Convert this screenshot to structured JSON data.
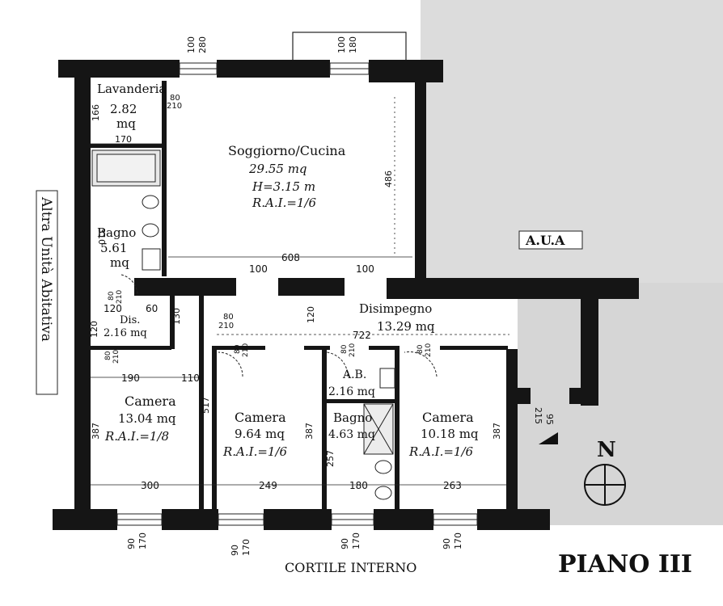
{
  "rooms": {
    "lavanderia": {
      "name": "Lavanderia",
      "area": "2.82",
      "unit": "mq"
    },
    "soggiorno": {
      "name": "Soggiorno/Cucina",
      "area": "29.55 mq",
      "height": "H=3.15 m",
      "rai": "R.A.I.=1/6"
    },
    "bagno1": {
      "name": "Bagno",
      "area": "5.61",
      "unit": "mq"
    },
    "dis": {
      "name": "Dis.",
      "area": "2.16 mq"
    },
    "disimpegno": {
      "name": "Disimpegno",
      "area": "13.29 mq"
    },
    "camera1": {
      "name": "Camera",
      "area": "13.04 mq",
      "rai": "R.A.I.=1/8"
    },
    "camera2": {
      "name": "Camera",
      "area": "9.64 mq",
      "rai": "R.A.I.=1/6"
    },
    "ab": {
      "name": "A.B.",
      "area": "2.16 mq"
    },
    "bagno2": {
      "name": "Bagno",
      "area": "4.63 mq"
    },
    "camera3": {
      "name": "Camera",
      "area": "10.18 mq",
      "rai": "R.A.I.=1/6"
    }
  },
  "labels": {
    "aua": "A.U.A",
    "altra_unita": "Altra Unità Abitativa",
    "cortile": "CORTILE INTERNO",
    "piano": "PIANO III",
    "north": "N"
  },
  "dimensions": {
    "d100a": "100",
    "d280": "280",
    "d100b": "100",
    "d180a": "180",
    "d166": "166",
    "d170a": "170",
    "d310": "310",
    "d486": "486",
    "d608": "608",
    "d100c": "100",
    "d100d": "100",
    "d120a": "120",
    "d60": "60",
    "d130": "130",
    "d120b": "120",
    "d722": "722",
    "d120c": "120",
    "d190": "190",
    "d110": "110",
    "d387a": "387",
    "d517": "517",
    "d387b": "387",
    "d257": "257",
    "d387c": "387",
    "d300": "300",
    "d249": "249",
    "d180b": "180",
    "d263": "263",
    "w90a": "90",
    "w170a": "170",
    "w90b": "90",
    "w170b": "170",
    "w90c": "90",
    "w170c": "170",
    "w90d": "90",
    "w170d": "170",
    "d95": "95",
    "d215": "215",
    "win_lav_80": "80",
    "win_lav_210": "210",
    "door_bagno_80": "80",
    "door_bagno_210": "210",
    "door_dis_80": "80",
    "door_dis_210": "210",
    "door_dise_80": "80",
    "door_dise_210": "210",
    "door_c2_80": "80",
    "door_c2_210": "210",
    "door_ab_80": "80",
    "door_ab_210": "210",
    "door_c3_80": "80",
    "door_c3_210": "210"
  }
}
